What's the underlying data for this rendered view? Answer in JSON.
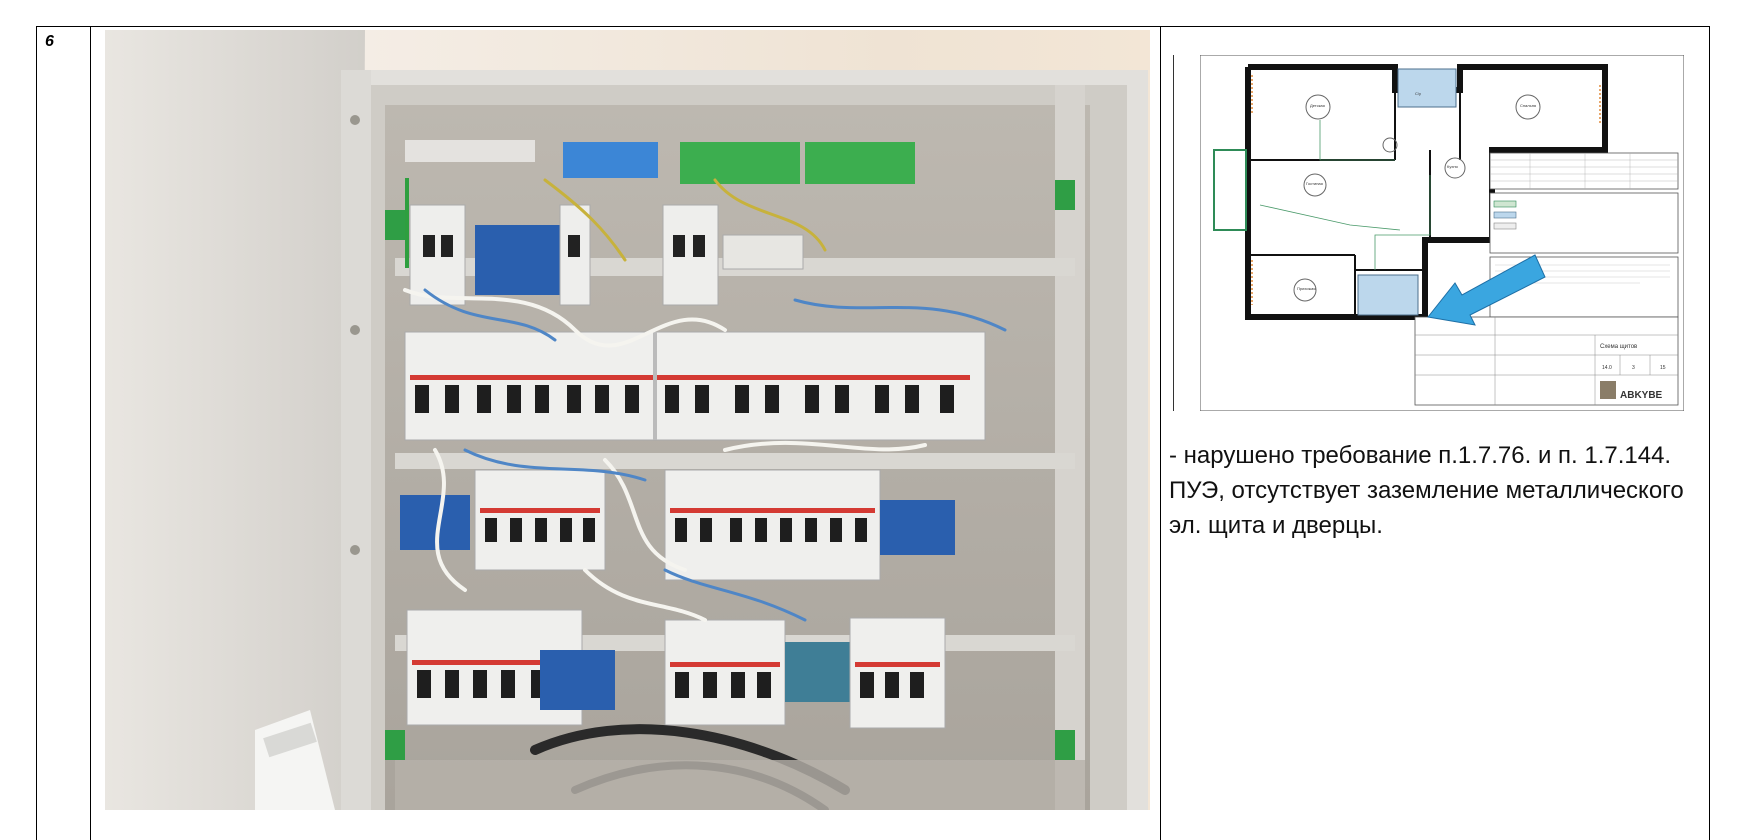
{
  "row": {
    "number": "6"
  },
  "plan": {
    "brand": "ABKYBE",
    "room_labels": [
      "Детская",
      "Гостиная",
      "Спальня",
      "Кухня",
      "Коридор",
      "Прихожая",
      "С/у"
    ],
    "stamp_title": "Схема щитов",
    "stamp_values": [
      "14.0",
      "3",
      "15"
    ]
  },
  "description": "- нарушено требование п.1.7.76. и п. 1.7.144. ПУЭ, отсутствует заземление металлического эл. щита и дверцы.",
  "colors": {
    "border": "#000000",
    "arrow": "#3aa6e0",
    "highlight_room": "#bcd7ec"
  }
}
